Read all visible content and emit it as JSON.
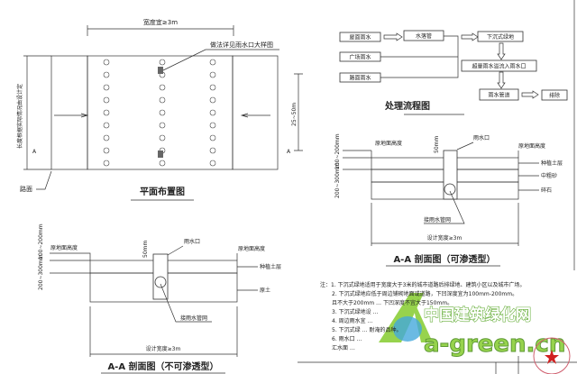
{
  "plan": {
    "title": "平面布置图",
    "width_dim": "宽度宜≥3m",
    "detail_note": "做法详见雨水口大样图",
    "length_note": "长度根据实际情况由设计定",
    "spacing_dim": "25~50m",
    "road_label": "路面",
    "section_mark": "A"
  },
  "flow": {
    "title": "处理流程图",
    "roof_rain": "屋面雨水",
    "downpipe": "水落管",
    "sunken_green": "下沉式绿地",
    "plaza_rain": "广场雨水",
    "road_rain": "路面雨水",
    "overflow": "超量雨水溢流入雨水口",
    "pipe": "雨水管道",
    "discharge": "排除"
  },
  "section_permeable": {
    "title": "A-A 剖面图（可渗透型）",
    "ground_left": "原地面高度",
    "ground_right": "原地面高度",
    "inlet": "雨水口",
    "d50": "50mm",
    "d_depth": "100~200mm",
    "d_layer": "200~300mm",
    "soil": "种植土层",
    "sand": "中粗砂",
    "gravel": "碎石",
    "connect": "接雨水管网",
    "width": "设计宽度≥3m"
  },
  "section_impermeable": {
    "title": "A-A 剖面图（不可渗透型）",
    "ground_left": "原地面高度",
    "ground_right": "原地面高度",
    "inlet": "雨水口",
    "d50": "50mm",
    "d_depth": "100~200mm",
    "d_layer": "200~300mm",
    "soil": "种植土层",
    "native": "原土",
    "connect": "接雨水管网",
    "width": "设计宽度≥3m"
  },
  "notes": [
    "注：1. 下沉式绿地适用于宽度大于3米的城市道路后排绿地、建筑小区以及城市广场。",
    "2. 下沉式绿地应低于周边铺砌地面或道路，下凹深度宜为100mm-200mm。",
    "且不大于200mm … 下凹深度不宜大于150mm。",
    "3. 下沉式绿地设 …",
    "4. 周边雨水宜 …",
    "5. 下沉式绿 … 耐淹的品种。",
    "6. 雨水口 …",
    "汇水面 …"
  ],
  "watermark": {
    "cn": "中国建筑绿化网",
    "en": "a-green.cn",
    "accent": "#7dc832"
  }
}
